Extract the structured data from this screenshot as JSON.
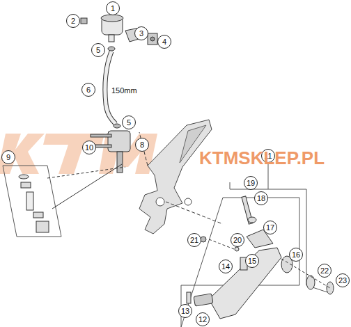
{
  "diagram": {
    "nodes": [
      {
        "text": [
          "1"
        ]
      },
      {
        "text": [
          "2"
        ]
      },
      {
        "text": [
          "3"
        ]
      },
      {
        "text": [
          "4"
        ]
      },
      {
        "text": [
          "5"
        ]
      },
      {
        "text": [
          "6"
        ]
      },
      {
        "text": [
          "5"
        ]
      },
      {
        "text": [
          "8"
        ]
      },
      {
        "text": [
          "9"
        ]
      },
      {
        "text": [
          "10"
        ]
      },
      {
        "text": [
          "11"
        ]
      },
      {
        "text": [
          "19"
        ]
      },
      {
        "text": [
          "18"
        ]
      },
      {
        "text": [
          "17"
        ]
      },
      {
        "text": [
          "20"
        ]
      },
      {
        "text": [
          "21"
        ]
      },
      {
        "text": [
          "14"
        ]
      },
      {
        "text": [
          "15"
        ]
      },
      {
        "text": [
          "16"
        ]
      },
      {
        "text": [
          "22"
        ]
      },
      {
        "text": [
          "23"
        ]
      },
      {
        "text": [
          "13"
        ]
      },
      {
        "text": [
          "12"
        ]
      }
    ],
    "labels": [
      "150mm",
      "KTMSKLEP.PL"
    ]
  }
}
